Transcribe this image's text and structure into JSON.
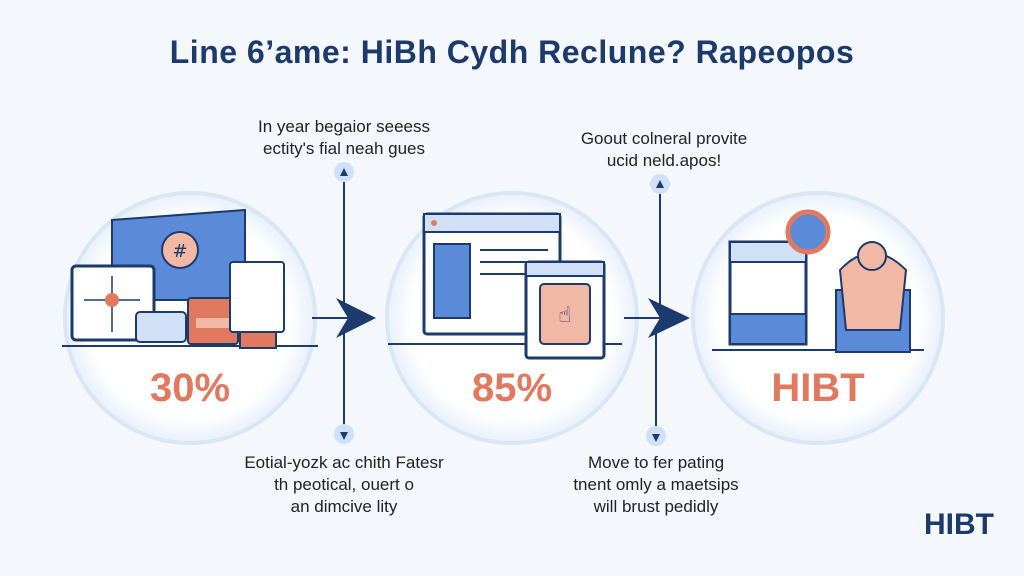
{
  "header": {
    "title": "Line 6’ame: HiBh Cydh Reclune? Rapeopos"
  },
  "captions": {
    "top_left": [
      "In year begaior seeess",
      "ectity's fial neah gues"
    ],
    "top_right": [
      "Goout colneral provite",
      "ucid neld.apos!"
    ],
    "bottom_left": [
      "Eotial-yozk ac chith Fatesr",
      "th peotical, ouert o",
      "an dimcive lity"
    ],
    "bottom_right": [
      "Move to fer pating",
      "tnent omly a maetsips",
      "will brust pedidly"
    ]
  },
  "stages": [
    {
      "value": "30%"
    },
    {
      "value": "85%"
    },
    {
      "value": "HIBT"
    }
  ],
  "brand": {
    "label": "HIBT"
  },
  "colors": {
    "navy": "#1c3a6b",
    "accent": "#e0795f",
    "blue": "#5b8ad8",
    "light_blue": "#cfe0f7"
  }
}
